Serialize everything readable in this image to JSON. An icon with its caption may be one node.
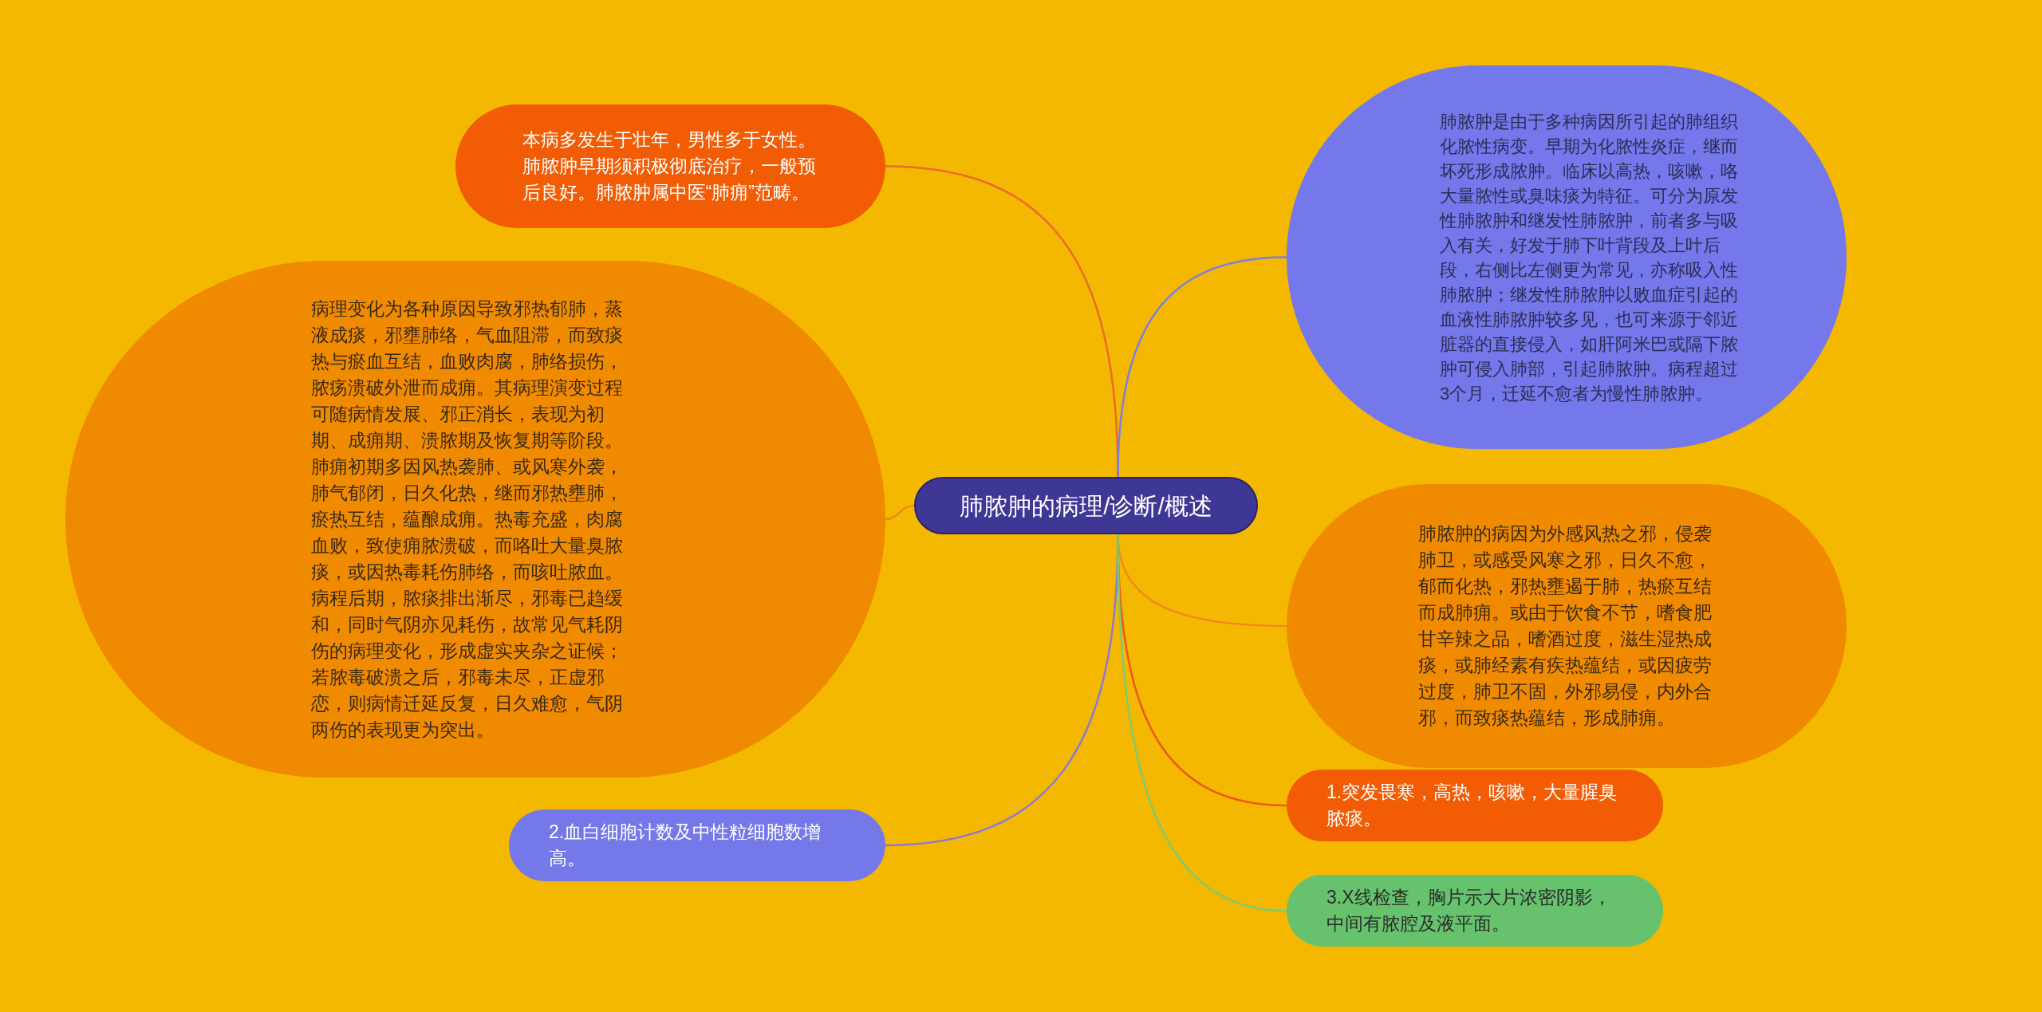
{
  "diagram": {
    "nodes": [
      {
        "text": [
          "肺脓肿的病理/诊断/概述"
        ]
      },
      {
        "text": [
          "本病多发生于壮年，男性多于女性。肺脓肿早期须积极彻底治疗，一般预后良好。肺脓肿属中医“肺痈”范畴。"
        ]
      },
      {
        "text": [
          "病理变化为各种原因导致邪热郁肺，蒸液成痰，邪壅肺络，气血阻滞，而致痰热与瘀血互结，血败肉腐，肺络损伤，脓疡溃破外泄而成痈。其病理演变过程可随病情发展、邪正消长，表现为初期、成痈期、溃脓期及恢复期等阶段。肺痈初期多因风热袭肺、或风寒外袭，肺气郁闭，日久化热，继而邪热壅肺，瘀热互结，蕴酿成痈。热毒充盛，肉腐血败，致使痈脓溃破，而咯吐大量臭脓痰，或因热毒耗伤肺络，而咳吐脓血。病程后期，脓痰排出渐尽，邪毒已趋缓和，同时气阴亦见耗伤，故常见气耗阴伤的病理变化，形成虚实夹杂之证候；若脓毒破溃之后，邪毒未尽，正虚邪恋，则病情迁延反复，日久难愈，气阴两伤的表现更为突出。"
        ]
      },
      {
        "text": [
          "2.血白细胞计数及中性粒细胞数增高。"
        ]
      },
      {
        "text": [
          "肺脓肿是由于多种病因所引起的肺组织化脓性病变。早期为化脓性炎症，继而坏死形成脓肿。临床以高热，咳嗽，咯大量脓性或臭味痰为特征。可分为原发性肺脓肿和继发性肺脓肿，前者多与吸入有关，好发于肺下叶背段及上叶后段，右侧比左侧更为常见，亦称吸入性肺脓肿；继发性肺脓肿以败血症引起的血液性肺脓肿较多见，也可来源于邻近脏器的直接侵入，如肝阿米巴或隔下脓肿可侵入肺部，引起肺脓肿。病程超过3个月，迁延不愈者为慢性肺脓肿。"
        ]
      },
      {
        "text": [
          "肺脓肿的病因为外感风热之邪，侵袭肺卫，或感受风寒之邪，日久不愈，郁而化热，邪热壅遏于肺，热瘀互结而成肺痈。或由于饮食不节，嗜食肥甘辛辣之品，嗜酒过度，滋生湿热成痰，或肺经素有疾热蕴结，或因疲劳过度，肺卫不固，外邪易侵，内外合邪，而致痰热蕴结，形成肺痈。"
        ]
      },
      {
        "text": [
          "1.突发畏寒，高热，咳嗽，大量腥臭脓痰。"
        ]
      },
      {
        "text": [
          "3.X线检查，胸片示大片浓密阴影，中间有脓腔及液平面。"
        ]
      }
    ],
    "edges": [
      {
        "from": 0,
        "to": 1,
        "arrow": "none",
        "color": "#ec6a2c"
      },
      {
        "from": 0,
        "to": 2,
        "arrow": "none",
        "color": "#f08c10"
      },
      {
        "from": 0,
        "to": 3,
        "arrow": "none",
        "color": "#8a7ad6"
      },
      {
        "from": 0,
        "to": 4,
        "arrow": "none",
        "color": "#7a7ee6"
      },
      {
        "from": 0,
        "to": 5,
        "arrow": "none",
        "color": "#f08a20"
      },
      {
        "from": 0,
        "to": 6,
        "arrow": "none",
        "color": "#ec5a18"
      },
      {
        "from": 0,
        "to": 7,
        "arrow": "none",
        "color": "#7ccc70"
      }
    ]
  }
}
